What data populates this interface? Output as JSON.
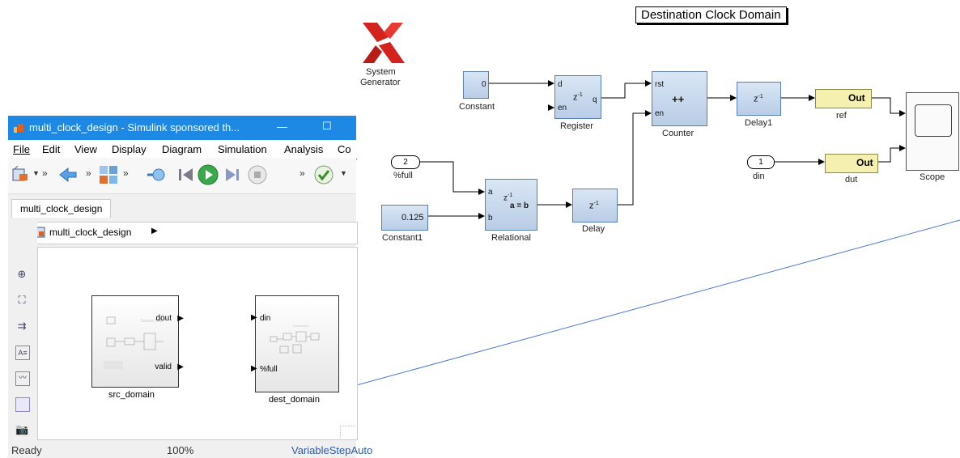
{
  "logo": {
    "line1": "System",
    "line2": "Generator"
  },
  "diagram": {
    "title": "Destination Clock Domain",
    "blocks": {
      "constant": {
        "label": "Constant",
        "value": "0"
      },
      "register": {
        "label": "Register",
        "in_d": "d",
        "in_en": "en",
        "out_q": "q",
        "symbol": "z",
        "sup": "-1"
      },
      "counter": {
        "label": "Counter",
        "in_rst": "rst",
        "in_en": "en",
        "symbol": "++"
      },
      "delay1": {
        "label": "Delay1",
        "symbol": "z",
        "sup": "-1"
      },
      "ref": {
        "label": "ref",
        "value": "Out"
      },
      "dut": {
        "label": "dut",
        "value": "Out"
      },
      "scope": {
        "label": "Scope"
      },
      "full_in": {
        "label": "%full",
        "port": "2"
      },
      "din_in": {
        "label": "din",
        "port": "1"
      },
      "constant1": {
        "label": "Constant1",
        "value": "0.125"
      },
      "relational": {
        "label": "Relational",
        "in_a": "a",
        "in_b": "b",
        "expr": "a = b",
        "symbol": "z",
        "sup": "-1"
      },
      "delay": {
        "label": "Delay",
        "symbol": "z",
        "sup": "-1"
      }
    },
    "colors": {
      "accent": "#2f6db5",
      "output_block": "#f5f0b0",
      "xilinx_red": "#d4231e"
    }
  },
  "window": {
    "title": "multi_clock_design - Simulink sponsored th...",
    "title_buttons": {
      "minimize": "—",
      "maximize": "☐"
    },
    "menu": [
      "File",
      "Edit",
      "View",
      "Display",
      "Diagram",
      "Simulation",
      "Analysis",
      "Co"
    ],
    "toolbar_chevrons": [
      "»",
      "»",
      "»",
      "»"
    ],
    "tab": "multi_clock_design",
    "breadcrumb": "multi_clock_design",
    "model": {
      "src": {
        "label": "src_domain",
        "out1": "dout",
        "out2": "valid"
      },
      "dest": {
        "label": "dest_domain",
        "in1": "din",
        "in2": "%full"
      }
    },
    "status": {
      "state": "Ready",
      "zoom": "100%",
      "solver": "VariableStepAuto"
    }
  }
}
